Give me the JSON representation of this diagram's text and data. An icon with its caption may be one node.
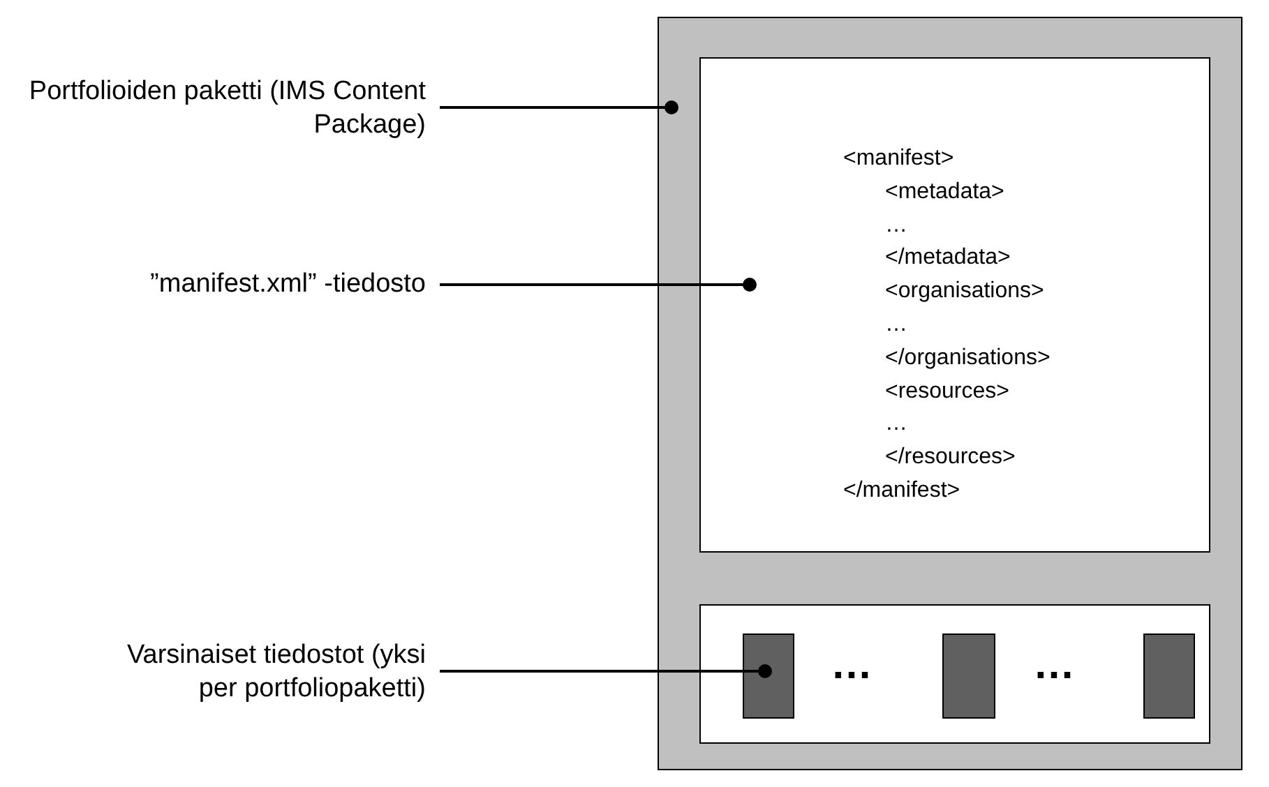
{
  "diagram": {
    "nodes": [
      {
        "text": [
          "Portfolioiden paketti (IMS Content Package)"
        ]
      },
      {
        "text": [],
        "shape": "box"
      },
      {
        "text": [
          "”manifest.xml” -tiedosto"
        ]
      },
      {
        "text": [
          "<manifest>",
          "<metadata>",
          "…",
          "</metadata>",
          "<organisations>",
          "…",
          "</organisations>",
          "<resources>",
          "…",
          "</resources>",
          "</manifest>"
        ],
        "in": 1
      },
      {
        "text": [
          "Varsinaiset tiedostot (yksi per portfoliopaketti)"
        ]
      },
      {
        "text": [],
        "shape": "box",
        "in": 1
      },
      {
        "text": [],
        "shape": "box",
        "in": 5
      },
      {
        "text": [],
        "shape": "box",
        "in": 5
      },
      {
        "text": [],
        "shape": "box",
        "in": 5
      }
    ],
    "edges": [
      {
        "from": 0,
        "to": 1,
        "arrow": "other"
      },
      {
        "from": 2,
        "to": 3,
        "arrow": "other"
      },
      {
        "from": 4,
        "to": 6,
        "arrow": "other"
      }
    ],
    "labels": [
      "…",
      "…"
    ]
  }
}
